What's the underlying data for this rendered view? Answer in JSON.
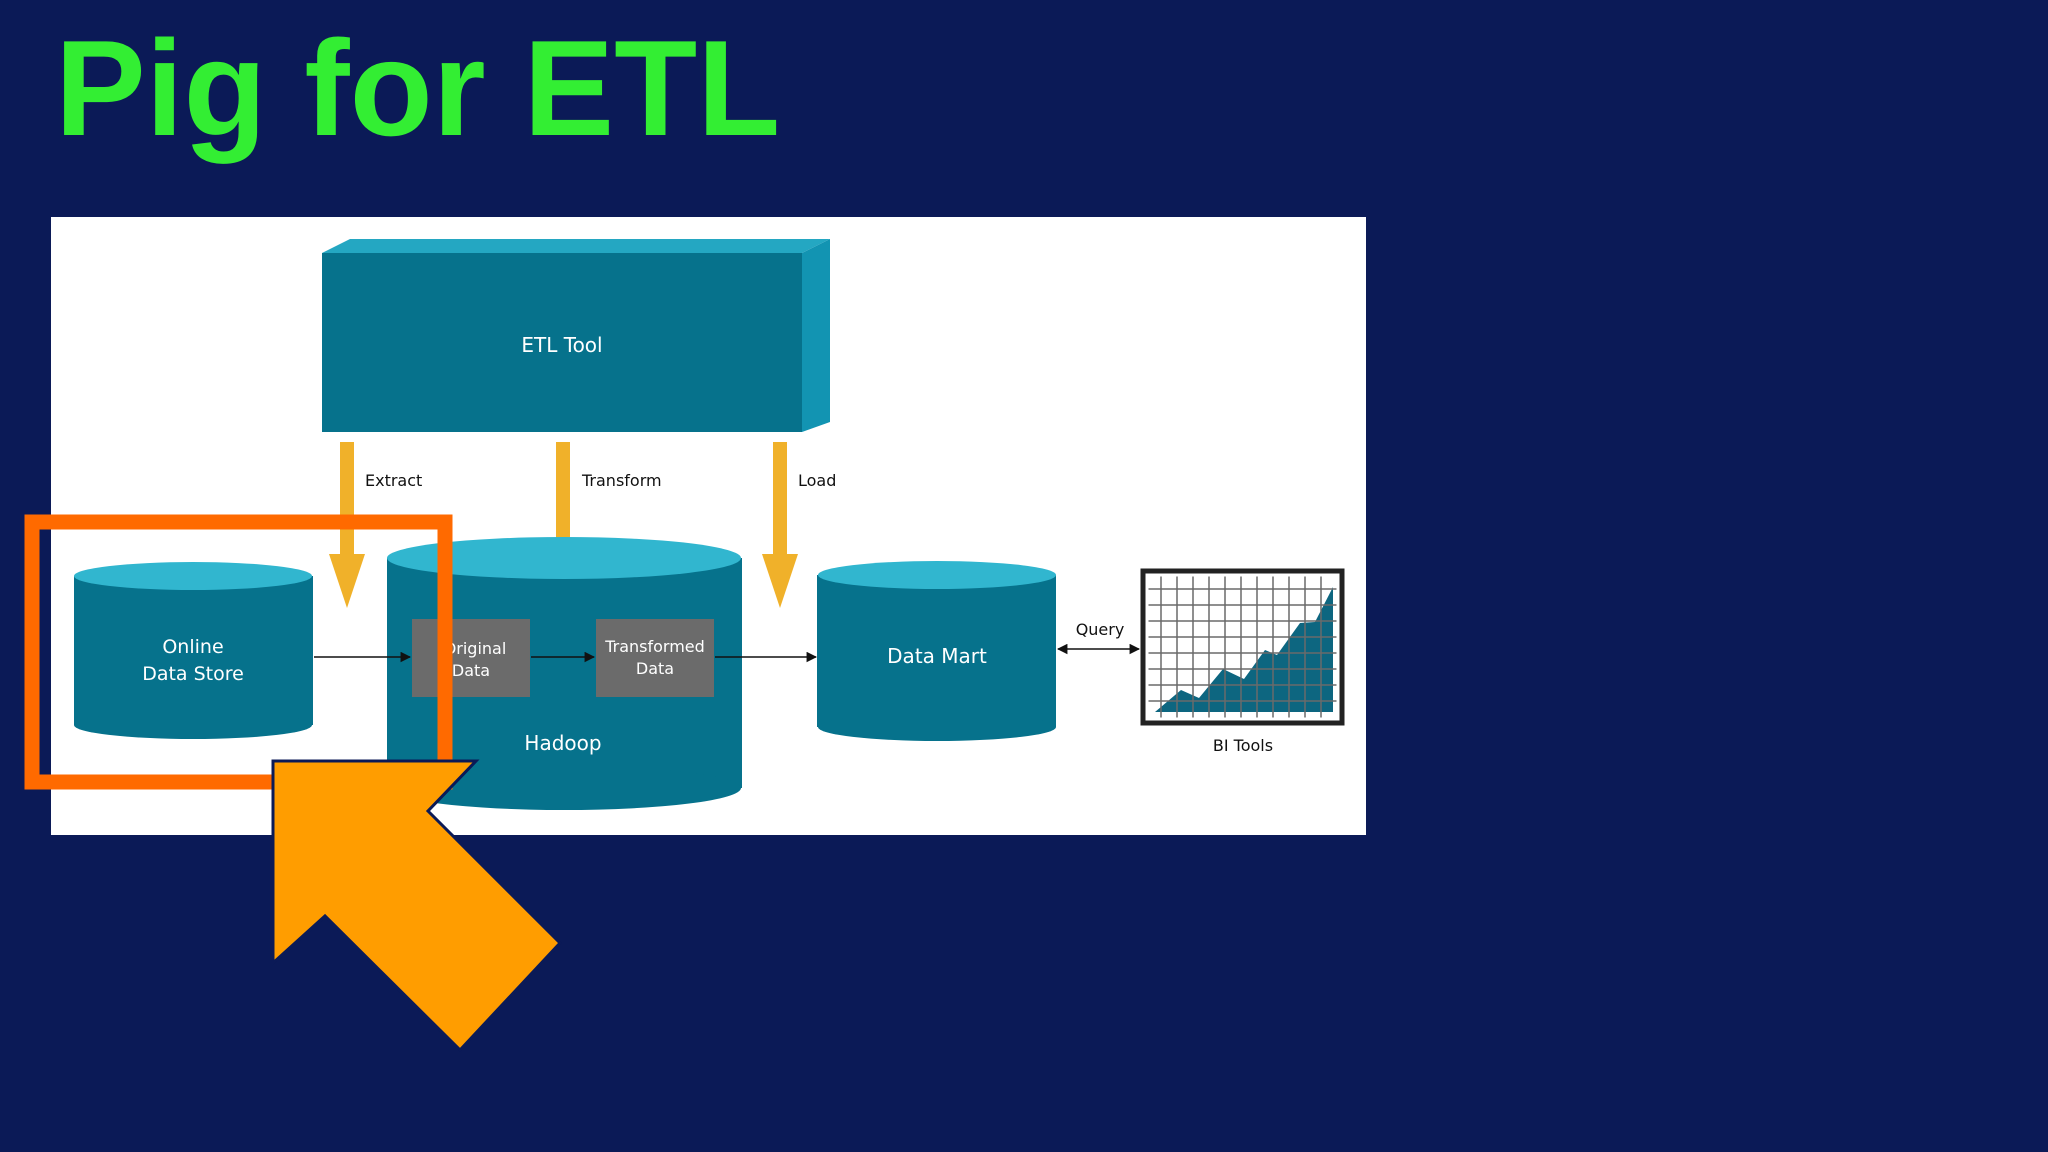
{
  "title": "Pig for ETL",
  "diagram": {
    "etl_tool": "ETL Tool",
    "extract": "Extract",
    "transform": "Transform",
    "load": "Load",
    "online_line1": "Online",
    "online_line2": "Data Store",
    "original_line1": "Original",
    "original_line2": "Data",
    "transformed_line1": "Transformed",
    "transformed_line2": "Data",
    "hadoop": "Hadoop",
    "data_mart": "Data Mart",
    "query": "Query",
    "bi_tools": "BI Tools"
  },
  "colors": {
    "background": "#0b1a57",
    "title": "#33ee33",
    "teal": "#06728c",
    "teal_light": "#31b6cf",
    "arrow_yellow": "#f0b12a",
    "highlight_box": "#ff6a00",
    "pointer_arrow": "#ff9d00",
    "gray_box": "#6b6b6b"
  }
}
